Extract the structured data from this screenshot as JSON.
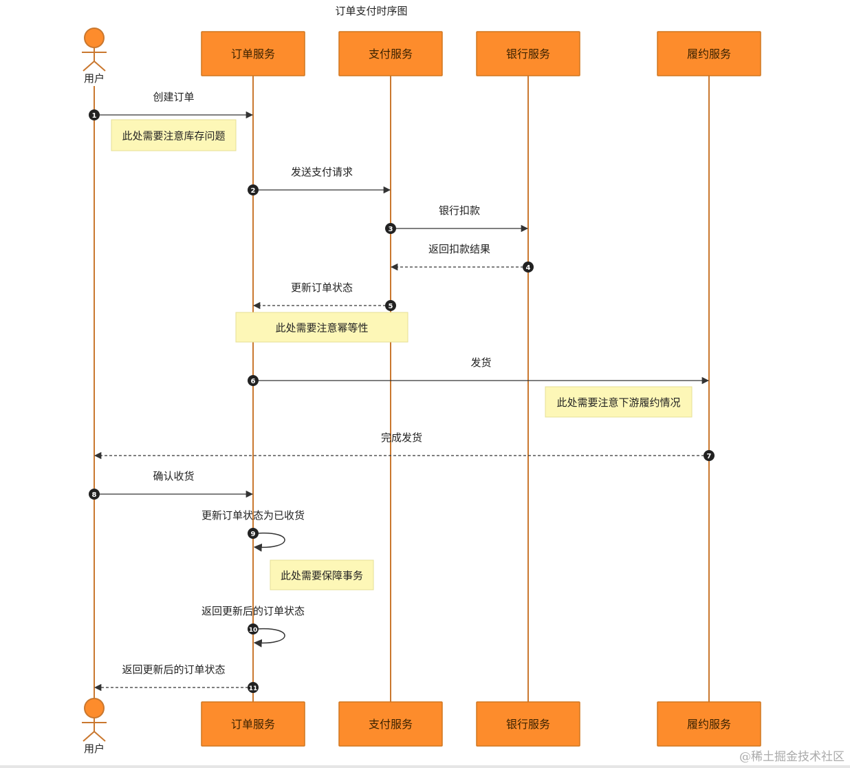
{
  "title": "订单支付时序图",
  "colors": {
    "lifeline": "#c9772e",
    "box_fill": "#fd8c2c",
    "box_stroke": "#d0761f",
    "box_text": "#3b2200",
    "actor_fill": "#fd8c2c",
    "actor_stroke": "#c9772e",
    "note_fill": "#fdf7b7",
    "note_stroke": "#e6df96",
    "arrow": "#333333",
    "badge": "#222222",
    "text": "#222222"
  },
  "participants": [
    {
      "id": "user",
      "kind": "actor",
      "label": "用户"
    },
    {
      "id": "order",
      "kind": "box",
      "label": "订单服务"
    },
    {
      "id": "pay",
      "kind": "box",
      "label": "支付服务"
    },
    {
      "id": "bank",
      "kind": "box",
      "label": "银行服务"
    },
    {
      "id": "fulfill",
      "kind": "box",
      "label": "履约服务"
    }
  ],
  "messages": [
    {
      "num": "1",
      "from": "user",
      "to": "order",
      "label": "创建订单",
      "style": "solid"
    },
    {
      "num": "2",
      "from": "order",
      "to": "pay",
      "label": "发送支付请求",
      "style": "solid"
    },
    {
      "num": "3",
      "from": "pay",
      "to": "bank",
      "label": "银行扣款",
      "style": "solid"
    },
    {
      "num": "4",
      "from": "bank",
      "to": "pay",
      "label": "返回扣款结果",
      "style": "dashed"
    },
    {
      "num": "5",
      "from": "pay",
      "to": "order",
      "label": "更新订单状态",
      "style": "dashed"
    },
    {
      "num": "6",
      "from": "order",
      "to": "fulfill",
      "label": "发货",
      "style": "solid"
    },
    {
      "num": "7",
      "from": "fulfill",
      "to": "user",
      "label": "完成发货",
      "style": "dashed"
    },
    {
      "num": "8",
      "from": "user",
      "to": "order",
      "label": "确认收货",
      "style": "solid"
    },
    {
      "num": "9",
      "from": "order",
      "to": "order",
      "label": "更新订单状态为已收货",
      "style": "self"
    },
    {
      "num": "10",
      "from": "order",
      "to": "order",
      "label": "返回更新后的订单状态",
      "style": "self"
    },
    {
      "num": "11",
      "from": "order",
      "to": "user",
      "label": "返回更新后的订单状态",
      "style": "dashed"
    }
  ],
  "notes": [
    {
      "text": "此处需要注意库存问题"
    },
    {
      "text": "此处需要注意幂等性"
    },
    {
      "text": "此处需要注意下游履约情况"
    },
    {
      "text": "此处需要保障事务"
    }
  ],
  "watermark": "@稀土掘金技术社区"
}
